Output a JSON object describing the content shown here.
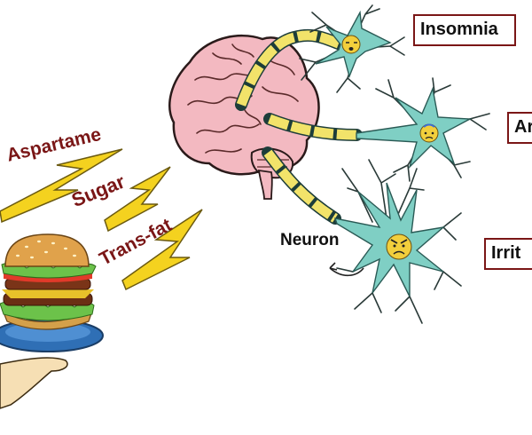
{
  "food_words": {
    "aspartame": "Aspartame",
    "sugar": "Sugar",
    "transfat": "Trans-fat"
  },
  "outcomes": {
    "insomnia": "Insomnia",
    "anxiety_partial": "Ar",
    "irritability_partial": "Irrit"
  },
  "labels": {
    "neuron": "Neuron"
  },
  "colors": {
    "bolt": "#f4d21f",
    "word": "#7a1616",
    "neuron": "#7fcfc4",
    "brain": "#f3b9c1",
    "plate": "#2f6fb5"
  }
}
